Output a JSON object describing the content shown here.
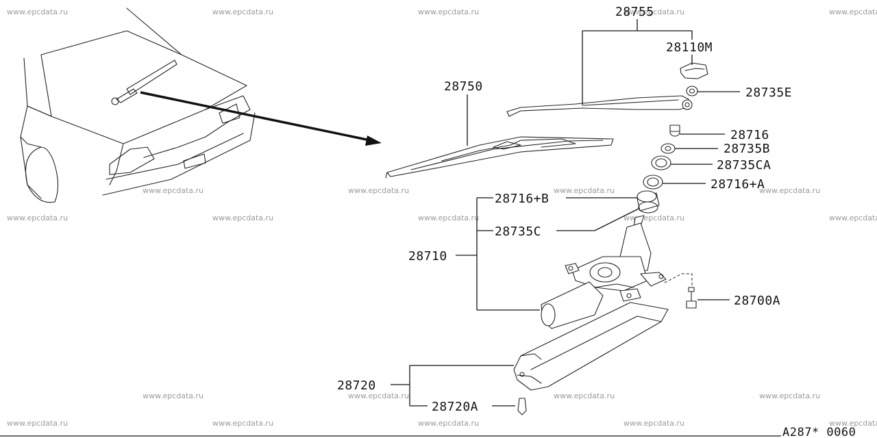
{
  "watermark": "www.epcdata.ru",
  "diagram_code": "A287* 0060",
  "labels": {
    "p28755": "28755",
    "p28110m": "28110M",
    "p28735e": "28735E",
    "p28750": "28750",
    "p28716": "28716",
    "p28735b": "28735B",
    "p28735ca": "28735CA",
    "p28716a": "28716+A",
    "p28716b": "28716+B",
    "p28735c": "28735C",
    "p28710": "28710",
    "p28700a": "28700A",
    "p28720": "28720",
    "p28720a": "28720A"
  }
}
